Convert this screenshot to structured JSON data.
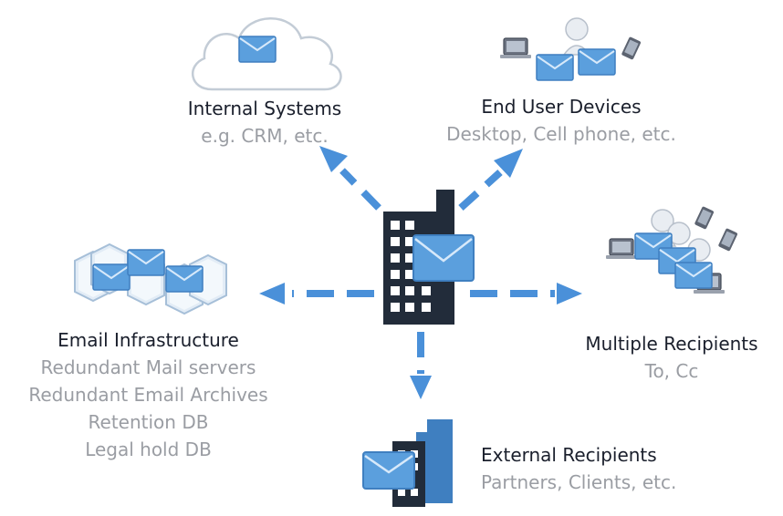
{
  "colors": {
    "arrow": "#4a90d9",
    "envelope": "#5b9fdd",
    "building": "#222c3a",
    "title_text": "#1a1f2c",
    "subtitle_text": "#9a9da3"
  },
  "nodes": {
    "internal": {
      "title": "Internal Systems",
      "lines": [
        "e.g. CRM, etc."
      ],
      "icon": "cloud-mail-icon"
    },
    "devices": {
      "title": "End User Devices",
      "lines": [
        "Desktop, Cell phone, etc."
      ],
      "icon": "devices-icon"
    },
    "infra": {
      "title": "Email Infrastructure",
      "lines": [
        "Redundant Mail servers",
        "Redundant Email Archives",
        "Retention DB",
        "Legal hold DB"
      ],
      "icon": "server-cluster-icon"
    },
    "multiple": {
      "title": "Multiple Recipients",
      "lines": [
        "To, Cc"
      ],
      "icon": "recipients-icon"
    },
    "external": {
      "title": "External Recipients",
      "lines": [
        "Partners, Clients, etc."
      ],
      "icon": "external-building-icon"
    }
  },
  "center": {
    "icon": "office-building-mail-icon"
  },
  "edges": [
    {
      "from": "center",
      "to": "internal"
    },
    {
      "from": "center",
      "to": "devices"
    },
    {
      "from": "center",
      "to": "infra"
    },
    {
      "from": "center",
      "to": "multiple"
    },
    {
      "from": "center",
      "to": "external"
    }
  ]
}
